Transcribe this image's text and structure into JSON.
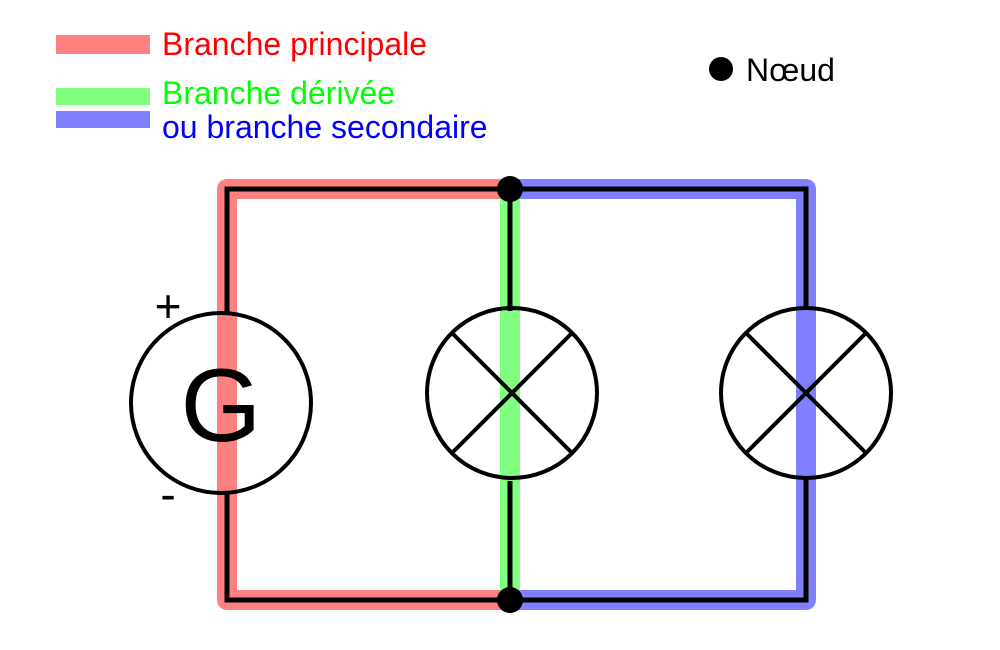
{
  "legend": {
    "main_branch": {
      "label": "Branche principale",
      "color": "#ff0000",
      "swatch_color": "#ff8080"
    },
    "derived_branch": {
      "label_line1": "Branche dérivée",
      "label_line2": "ou branche secondaire",
      "color_line1": "#00ff00",
      "color_line2": "#0000ff",
      "swatch_color_green": "#80ff80",
      "swatch_color_blue": "#8080ff"
    },
    "node": {
      "label": "Nœud",
      "icon": "filled-circle-icon",
      "color": "#000000"
    }
  },
  "circuit": {
    "generator": {
      "letter": "G",
      "plus_label": "+",
      "minus_label": "-"
    },
    "lamps": [
      {
        "icon": "lamp-cross-icon"
      },
      {
        "icon": "lamp-cross-icon"
      }
    ],
    "wire_color": "#000000",
    "highlight_colors": {
      "main": "#ff8080",
      "derived_green": "#80ff80",
      "derived_blue": "#8080ff"
    }
  }
}
